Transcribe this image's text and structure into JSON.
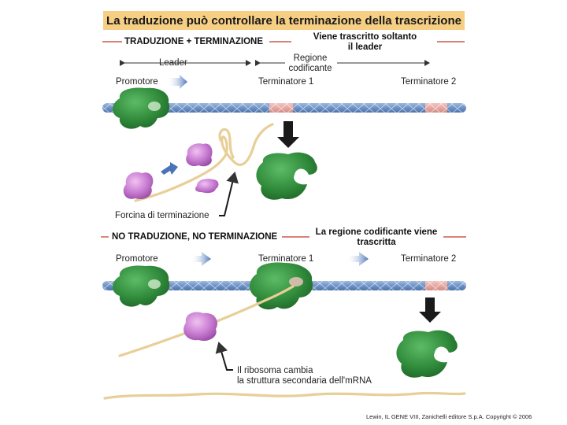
{
  "title": "La traduzione può controllare la terminazione della trascrizione",
  "colors": {
    "title_bg": "#f6cf84",
    "rna_polymerase": "#2f8a3a",
    "ribosome": "#c77ad0",
    "dna": "#6f93c6",
    "terminator": "#e7a8a2",
    "mrna": "#e8cf98",
    "header_line": "#c0392b",
    "arrow": "#4a74b8"
  },
  "panel_top": {
    "heading": "TRADUZIONE + TERMINAZIONE",
    "note_line1": "Viene trascritto soltanto",
    "note_line2": "il leader",
    "leader": "Leader",
    "coding_line1": "Regione",
    "coding_line2": "codificante",
    "promoter": "Promotore",
    "terminator1": "Terminatore 1",
    "terminator2": "Terminatore 2",
    "hairpin_label": "Forcina di terminazione"
  },
  "panel_bottom": {
    "heading": "NO TRADUZIONE, NO TERMINAZIONE",
    "note_line1": "La regione codificante viene",
    "note_line2": "trascritta",
    "promoter": "Promotore",
    "terminator1": "Terminatore 1",
    "terminator2": "Terminatore 2",
    "ribosome_note_line1": "Il ribosoma cambia",
    "ribosome_note_line2": "la struttura secondaria dell'mRNA"
  },
  "credit": "Lewin, IL GENE VIII, Zanichelli editore S.p.A. Copyright © 2006"
}
